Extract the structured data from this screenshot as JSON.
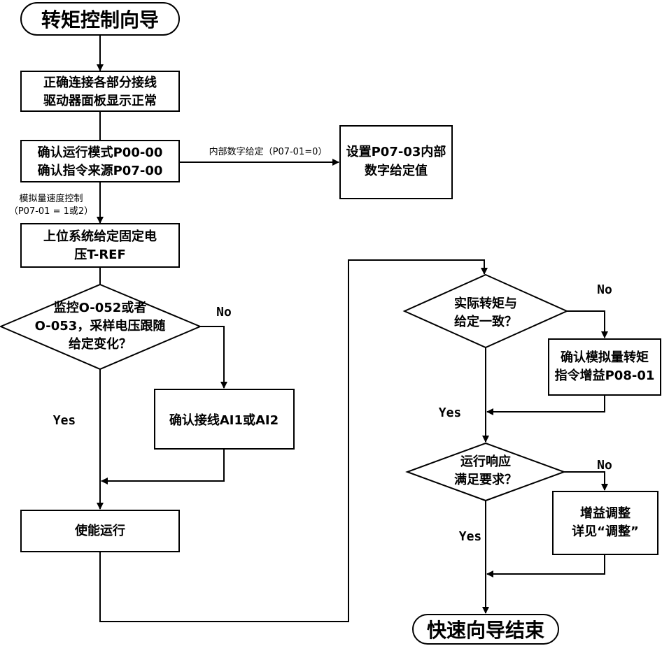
{
  "title": "转矩控制向导",
  "end_label": "快速向导结束",
  "steps": {
    "connect": [
      "正确连接各部分接线",
      "驱动器面板显示正常"
    ],
    "confirm_mode": [
      "确认运行模式P00-00",
      "确认指令来源P07-00"
    ],
    "internal_value": [
      "设置P07-03内部",
      "数字给定值"
    ],
    "host_voltage": [
      "上位系统给定固定电",
      "压T-REF"
    ],
    "monitor": [
      "监控O-052或者",
      "O-053，采样电压跟随",
      "给定变化？"
    ],
    "check_wiring": "确认接线AI1或AI2",
    "enable_run": "使能运行",
    "torque_match": [
      "实际转矩与",
      "给定一致？"
    ],
    "check_gain": [
      "确认模拟量转矩",
      "指令增益P08-01"
    ],
    "response_ok": [
      "运行响应",
      "满足要求？"
    ],
    "gain_adjust": [
      "增益调整",
      "详见“调整”"
    ]
  },
  "edge_labels": {
    "internal_digital": "内部数字给定（P07-01=0）",
    "analog_speed": [
      "模拟量速度控制",
      "（P07-01 = 1或2）"
    ],
    "monitor_no": "No",
    "monitor_yes": "Yes",
    "torque_no": "No",
    "torque_yes": "Yes",
    "response_no": "No",
    "response_yes": "Yes"
  }
}
